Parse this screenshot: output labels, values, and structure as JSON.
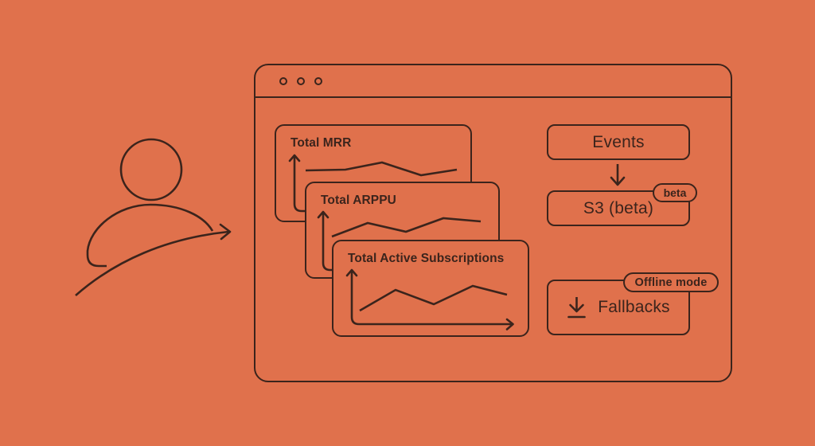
{
  "colors": {
    "background": "#E0714C",
    "stroke": "#3B241C"
  },
  "icons": {
    "person": "person-silhouette",
    "flow_arrow": "curved-right-arrow",
    "window_controls": "three-dots",
    "events_to_s3": "down-arrow",
    "fallbacks": "download-arrow",
    "chart_axes": "up-arrow-and-right-arrow-axes"
  },
  "window": {
    "cards": [
      {
        "title": "Total MRR"
      },
      {
        "title": "Total ARPPU"
      },
      {
        "title": "Total Active Subscriptions"
      }
    ],
    "events_box": {
      "label": "Events"
    },
    "s3_box": {
      "label": "S3 (beta)",
      "badge": "beta"
    },
    "fallbacks_box": {
      "label": "Fallbacks",
      "badge": "Offline mode"
    }
  }
}
